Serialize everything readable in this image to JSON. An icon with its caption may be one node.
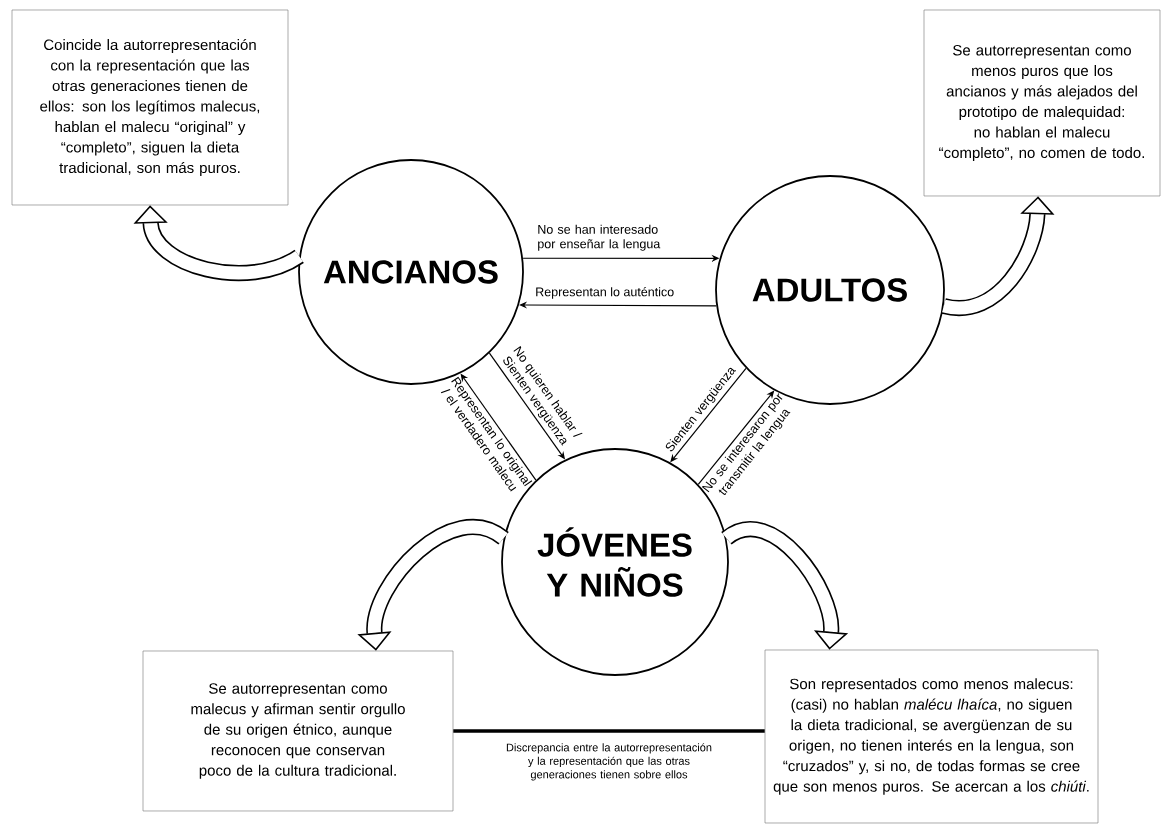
{
  "diagram": {
    "nodes": [
      {
        "text": [
          "Coincide la autorrepresentación con la representación que las otras generaciones tienen de ellos: son los legítimos malecus, hablan el malecu “original” y “completo”, siguen la dieta tradicional, son más puros."
        ]
      },
      {
        "text": [
          "Se autorrepresentan como menos puros que los ancianos y más alejados del prototipo de malequidad: no hablan el malecu “completo”, no comen de todo."
        ]
      },
      {
        "text": [
          "ANCIANOS"
        ]
      },
      {
        "text": [
          "ADULTOS"
        ]
      },
      {
        "text": [
          "JÓVENES Y NIÑOS"
        ]
      },
      {
        "text": [
          "Se autorrepresentan como malecus y afirman sentir orgullo de su origen étnico, aunque reconocen que conservan poco de la cultura tradicional."
        ]
      },
      {
        "text": [
          "Son representados como menos malecus: (casi) no hablan *malécu lhaíca*, no siguen la dieta tradicional, se avergüenzan de su origen, no tienen interés en la lengua, son “cruzados” y, si no, de todas formas se cree que son menos puros. Se acercan a los *chiúti*."
        ]
      }
    ],
    "edges": [
      {
        "from": 2,
        "to": 3,
        "arrow": "to",
        "label": "No se han interesado por enseñar la lengua"
      },
      {
        "from": 3,
        "to": 2,
        "arrow": "to",
        "label": "Representan lo auténtico"
      },
      {
        "from": 2,
        "to": 4,
        "arrow": "to",
        "label": "No quieren hablar / Sienten vergüenza"
      },
      {
        "from": 4,
        "to": 2,
        "arrow": "to",
        "label": "Representan lo original / el verdadero malecu"
      },
      {
        "from": 3,
        "to": 4,
        "arrow": "to",
        "label": "Sienten vergüenza"
      },
      {
        "from": 4,
        "to": 3,
        "arrow": "to",
        "label": "No se interesaron por transmitir la lengua"
      },
      {
        "from": 5,
        "to": 6,
        "arrow": "none",
        "style": "thick",
        "label": "Discrepancia entre la autorrepresentación y la representación que las otras generaciones tienen sobre ellos"
      },
      {
        "from": 2,
        "to": 0,
        "arrow": "to",
        "style": "thick"
      },
      {
        "from": 3,
        "to": 1,
        "arrow": "to",
        "style": "thick"
      },
      {
        "from": 4,
        "to": 5,
        "arrow": "to",
        "style": "thick"
      },
      {
        "from": 4,
        "to": 6,
        "arrow": "to",
        "style": "thick"
      }
    ]
  }
}
